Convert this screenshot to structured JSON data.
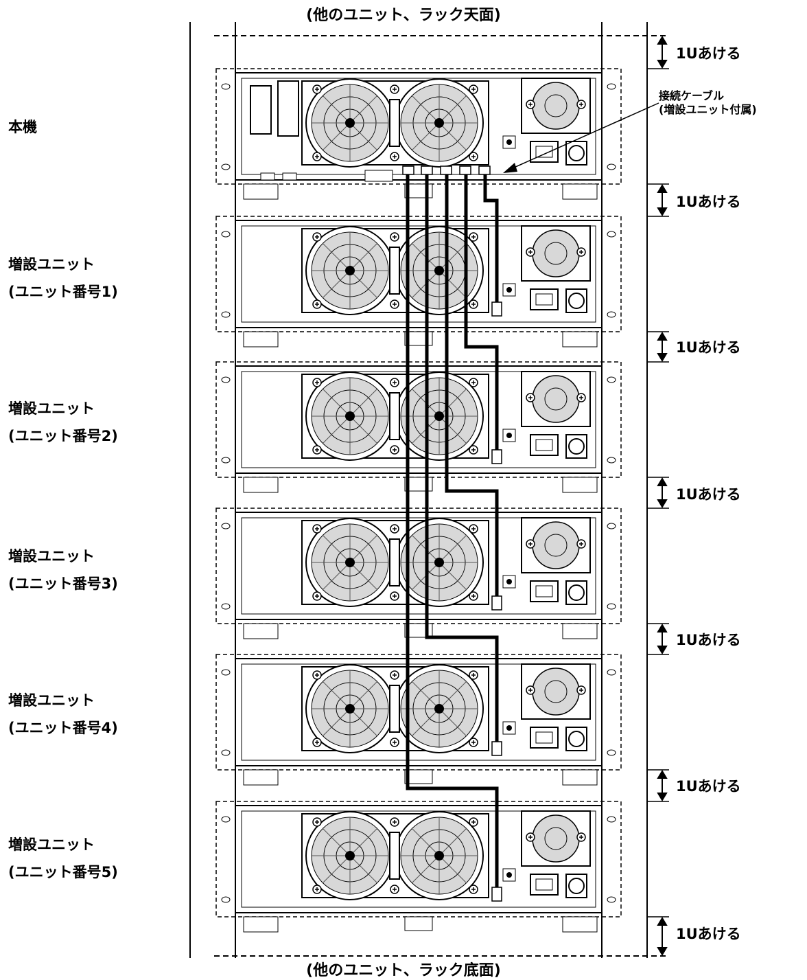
{
  "labels": {
    "top": "(他のユニット、ラック天面)",
    "bottom": "(他のユニット、ラック底面)",
    "cable": [
      "接続ケーブル",
      "(増設ユニット付属)"
    ],
    "main_unit": "本機",
    "expansion_units": [
      {
        "line1": "増設ユニット",
        "line2": "(ユニット番号1)"
      },
      {
        "line1": "増設ユニット",
        "line2": "(ユニット番号2)"
      },
      {
        "line1": "増設ユニット",
        "line2": "(ユニット番号3)"
      },
      {
        "line1": "増設ユニット",
        "line2": "(ユニット番号4)"
      },
      {
        "line1": "増設ユニット",
        "line2": "(ユニット番号5)"
      }
    ],
    "gap": "1Uあける"
  },
  "colors": {
    "line": "#000000",
    "background": "#ffffff",
    "panel": "#ffffff"
  }
}
